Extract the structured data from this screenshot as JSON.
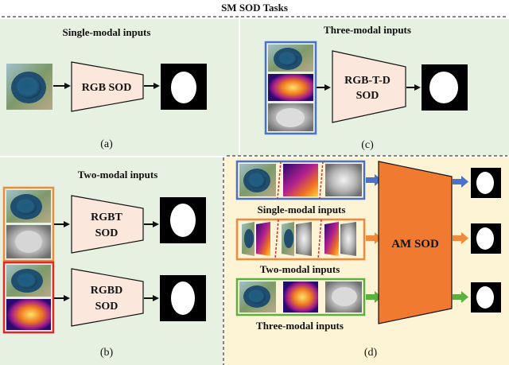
{
  "header": {
    "title": "SM SOD Tasks"
  },
  "panel_a": {
    "heading": "Single-modal inputs",
    "block": "RGB SOD",
    "caption": "(a)"
  },
  "panel_c": {
    "heading": "Three-modal inputs",
    "block_line1": "RGB-T-D",
    "block_line2": "SOD",
    "caption": "(c)"
  },
  "panel_b": {
    "heading": "Two-modal inputs",
    "block_top_line1": "RGBT",
    "block_top_line2": "SOD",
    "block_bottom_line1": "RGBD",
    "block_bottom_line2": "SOD",
    "caption": "(b)"
  },
  "panel_d": {
    "row1_label": "Single-modal inputs",
    "row2_label": "Two-modal inputs",
    "row3_label": "Three-modal inputs",
    "block": "AM SOD",
    "caption": "(d)"
  },
  "colors": {
    "panel_green": "#e6f1e1",
    "panel_yellow": "#fdf3d5",
    "block_fill": "#fbe7db",
    "am_orange": "#f07a30",
    "blue": "#4a72c8",
    "orange": "#ef8a3c",
    "red": "#dc2a2a",
    "green": "#5cb040"
  }
}
